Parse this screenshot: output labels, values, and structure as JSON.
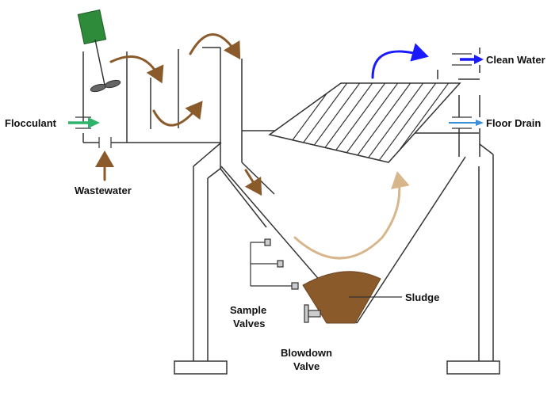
{
  "labels": {
    "flocculant": "Flocculant",
    "wastewater": "Wastewater",
    "clean_water": "Clean Water",
    "floor_drain": "Floor Drain",
    "sludge": "Sludge",
    "sample_valves_line1": "Sample",
    "sample_valves_line2": "Valves",
    "blowdown_line1": "Blowdown",
    "blowdown_line2": "Valve"
  },
  "colors": {
    "outline": "#333333",
    "flocculant_arrow": "#2db36b",
    "flow_arrow": "#8b5a2b",
    "clean_water_arrow": "#1a1aff",
    "floor_drain_arrow": "#3a8fd6",
    "sludge": "#8b5a2b",
    "sludge_return_arrow": "#d8b68c",
    "motor": "#2e8b3a"
  },
  "icons": [
    "mixer-motor-icon",
    "impeller-icon",
    "lamella-plates-icon",
    "sample-valve-icon",
    "blowdown-valve-icon"
  ]
}
